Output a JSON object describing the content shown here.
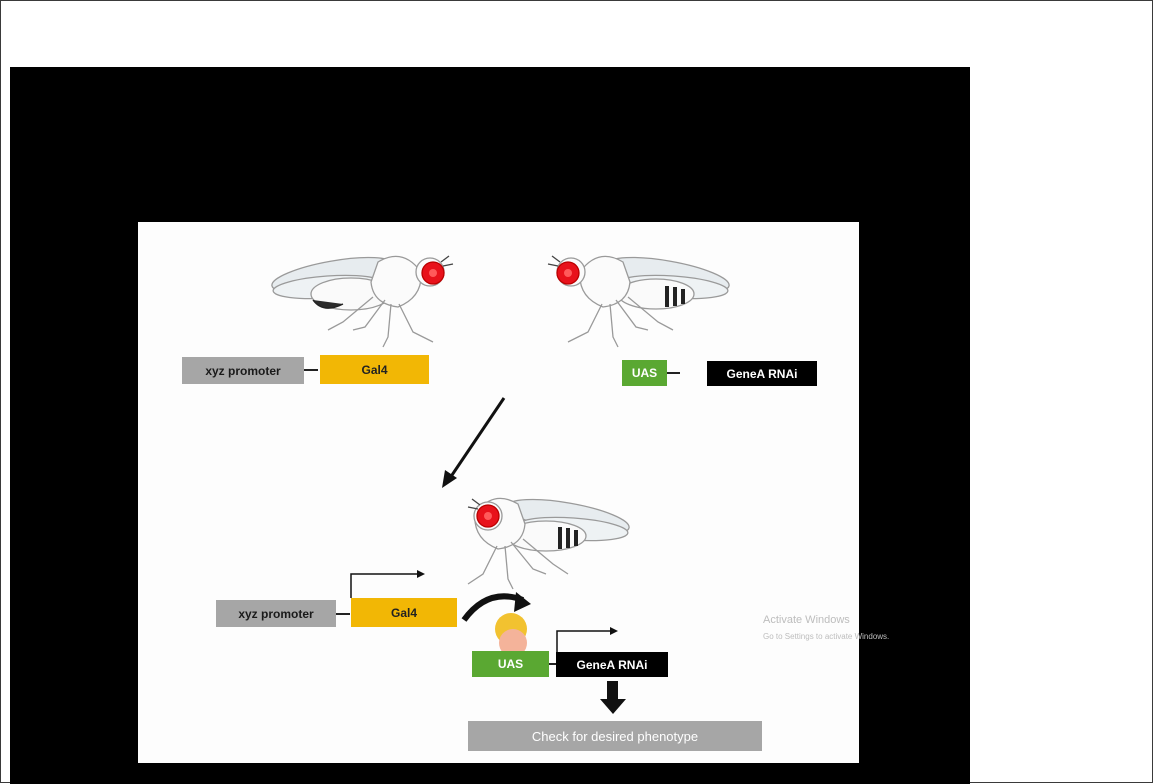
{
  "diagram": {
    "top_left": {
      "promoter": "xyz promoter",
      "driver": "Gal4"
    },
    "top_right": {
      "uas": "UAS",
      "target": "GeneA RNAi"
    },
    "progeny": {
      "promoter": "xyz promoter",
      "driver": "Gal4",
      "uas": "UAS",
      "target": "GeneA RNAi",
      "result": "Check for desired phenotype"
    }
  },
  "overlay": {
    "watermark_title": "Activate Windows",
    "watermark_subtitle": "Go to Settings to activate Windows."
  },
  "colors": {
    "promoter": "#a6a6a6",
    "gal4": "#f2b705",
    "uas": "#5aa832",
    "rnai": "#000000",
    "eye": "#e8121b",
    "gal4_protein": "#f2c230",
    "gal4_protein_lower": "#f4b39a"
  },
  "icons": [
    "fly-icon",
    "cross-arrow-icon",
    "curved-arrow-icon",
    "transcription-start-arrow-icon",
    "down-arrow-icon"
  ]
}
